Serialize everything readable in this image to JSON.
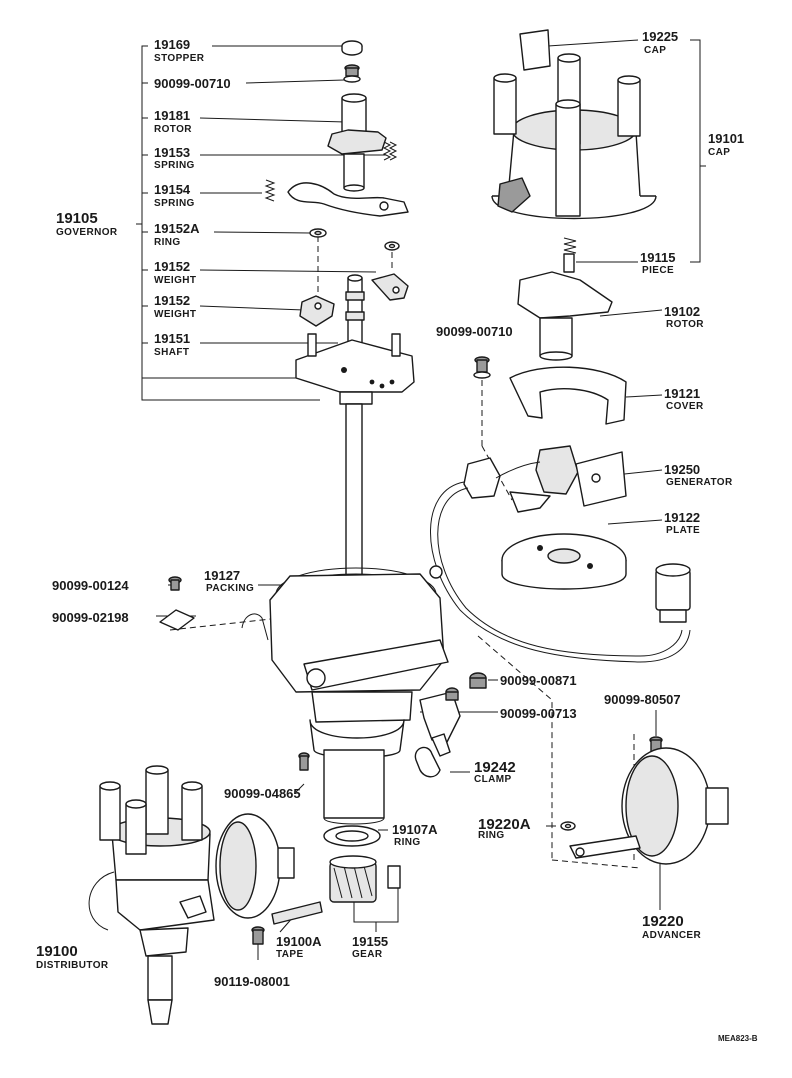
{
  "labels": {
    "p19169": {
      "num": "19169",
      "name": "STOPPER"
    },
    "p9009900710a": {
      "num": "90099-00710"
    },
    "p19181": {
      "num": "19181",
      "name": "ROTOR"
    },
    "p19153": {
      "num": "19153",
      "name": "SPRING"
    },
    "p19154": {
      "num": "19154",
      "name": "SPRING"
    },
    "p19105": {
      "num": "19105",
      "name": "GOVERNOR"
    },
    "p19152A": {
      "num": "19152A",
      "name": "RING"
    },
    "p19152a": {
      "num": "19152",
      "name": "WEIGHT"
    },
    "p19152b": {
      "num": "19152",
      "name": "WEIGHT"
    },
    "p19151": {
      "num": "19151",
      "name": "SHAFT"
    },
    "p19225": {
      "num": "19225",
      "name": "CAP"
    },
    "p19101": {
      "num": "19101",
      "name": "CAP"
    },
    "p19115": {
      "num": "19115",
      "name": "PIECE"
    },
    "p19102": {
      "num": "19102",
      "name": "ROTOR"
    },
    "p9009900710b": {
      "num": "90099-00710"
    },
    "p19121": {
      "num": "19121",
      "name": "COVER"
    },
    "p19250": {
      "num": "19250",
      "name": "GENERATOR"
    },
    "p19122": {
      "num": "19122",
      "name": "PLATE"
    },
    "p19127": {
      "num": "19127",
      "name": "PACKING"
    },
    "p9009900124": {
      "num": "90099-00124"
    },
    "p9009902198": {
      "num": "90099-02198"
    },
    "p9009900871": {
      "num": "90099-00871"
    },
    "p9009980507": {
      "num": "90099-80507"
    },
    "p9009900713": {
      "num": "90099-00713"
    },
    "p19242": {
      "num": "19242",
      "name": "CLAMP"
    },
    "p9009904865": {
      "num": "90099-04865"
    },
    "p19107A": {
      "num": "19107A",
      "name": "RING"
    },
    "p19220A": {
      "num": "19220A",
      "name": "RING"
    },
    "p19220": {
      "num": "19220",
      "name": "ADVANCER"
    },
    "p19100": {
      "num": "19100",
      "name": "DISTRIBUTOR"
    },
    "p19100A": {
      "num": "19100A",
      "name": "TAPE"
    },
    "p19155": {
      "num": "19155",
      "name": "GEAR"
    },
    "p9011908001": {
      "num": "90119-08001"
    }
  },
  "footer": {
    "code": "MEA823-B"
  }
}
